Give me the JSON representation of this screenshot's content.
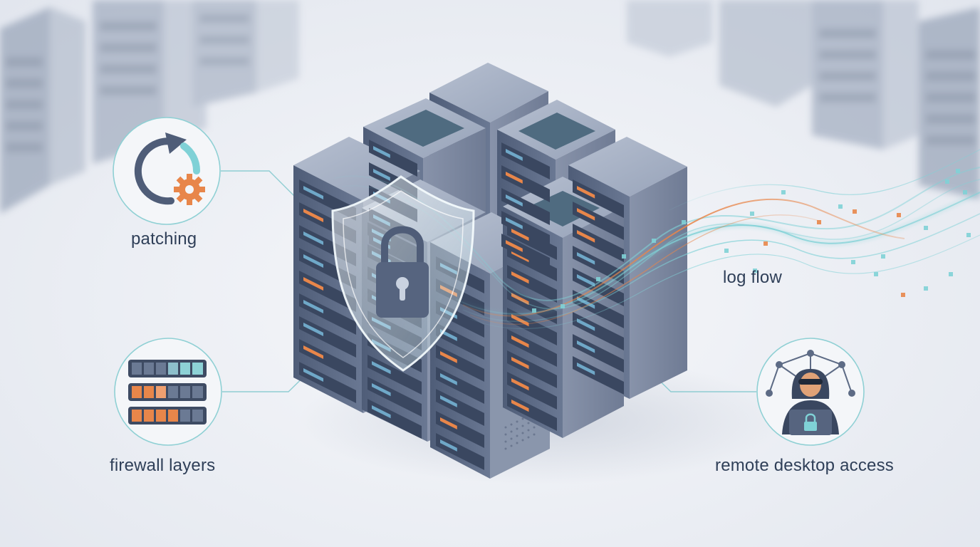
{
  "labels": {
    "patching": "patching",
    "firewall_layers": "firewall layers",
    "log_flow": "log flow",
    "remote_desktop_access": "remote desktop access"
  },
  "icons": {
    "patching": "refresh-gear-icon",
    "firewall_layers": "firewall-blocks-icon",
    "remote_desktop_access": "hooded-hacker-laptop-icon",
    "center": "shield-padlock-icon"
  },
  "colors": {
    "background": "#eef1f6",
    "rack_front": "#5f6d86",
    "rack_side": "#7b88a0",
    "rack_top": "#a5b0c4",
    "accent_teal": "#7fd1d6",
    "accent_orange": "#e8864a",
    "text": "#2f3f58"
  }
}
